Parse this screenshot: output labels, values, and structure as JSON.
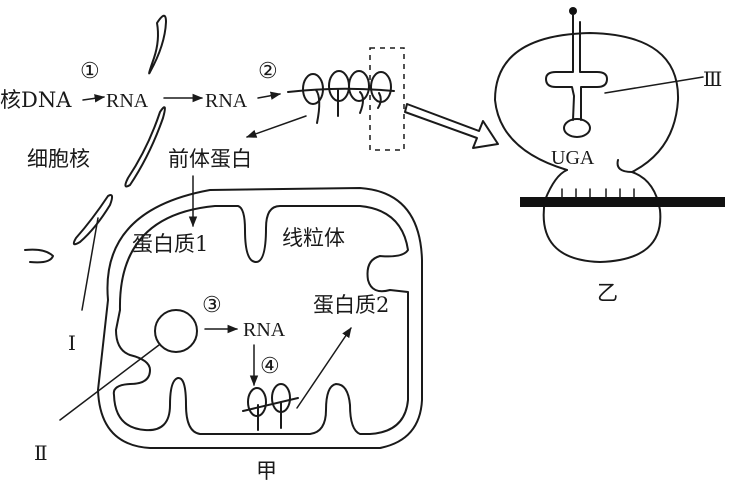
{
  "figure": {
    "panel_left_label": "甲",
    "panel_right_label": "乙"
  },
  "labels": {
    "nuclear_dna": "核DNA",
    "rna_1": "RNA",
    "rna_2": "RNA",
    "rna_3": "RNA",
    "nucleus": "细胞核",
    "precursor_protein": "前体蛋白",
    "protein_1": "蛋白质1",
    "protein_2": "蛋白质2",
    "mitochondrion": "线粒体",
    "anticodon": "UGA"
  },
  "steps": {
    "step_1": "①",
    "step_2": "②",
    "step_3": "③",
    "step_4": "④"
  },
  "markers": {
    "marker_I": "Ⅰ",
    "marker_II": "Ⅱ",
    "marker_III": "Ⅲ"
  }
}
